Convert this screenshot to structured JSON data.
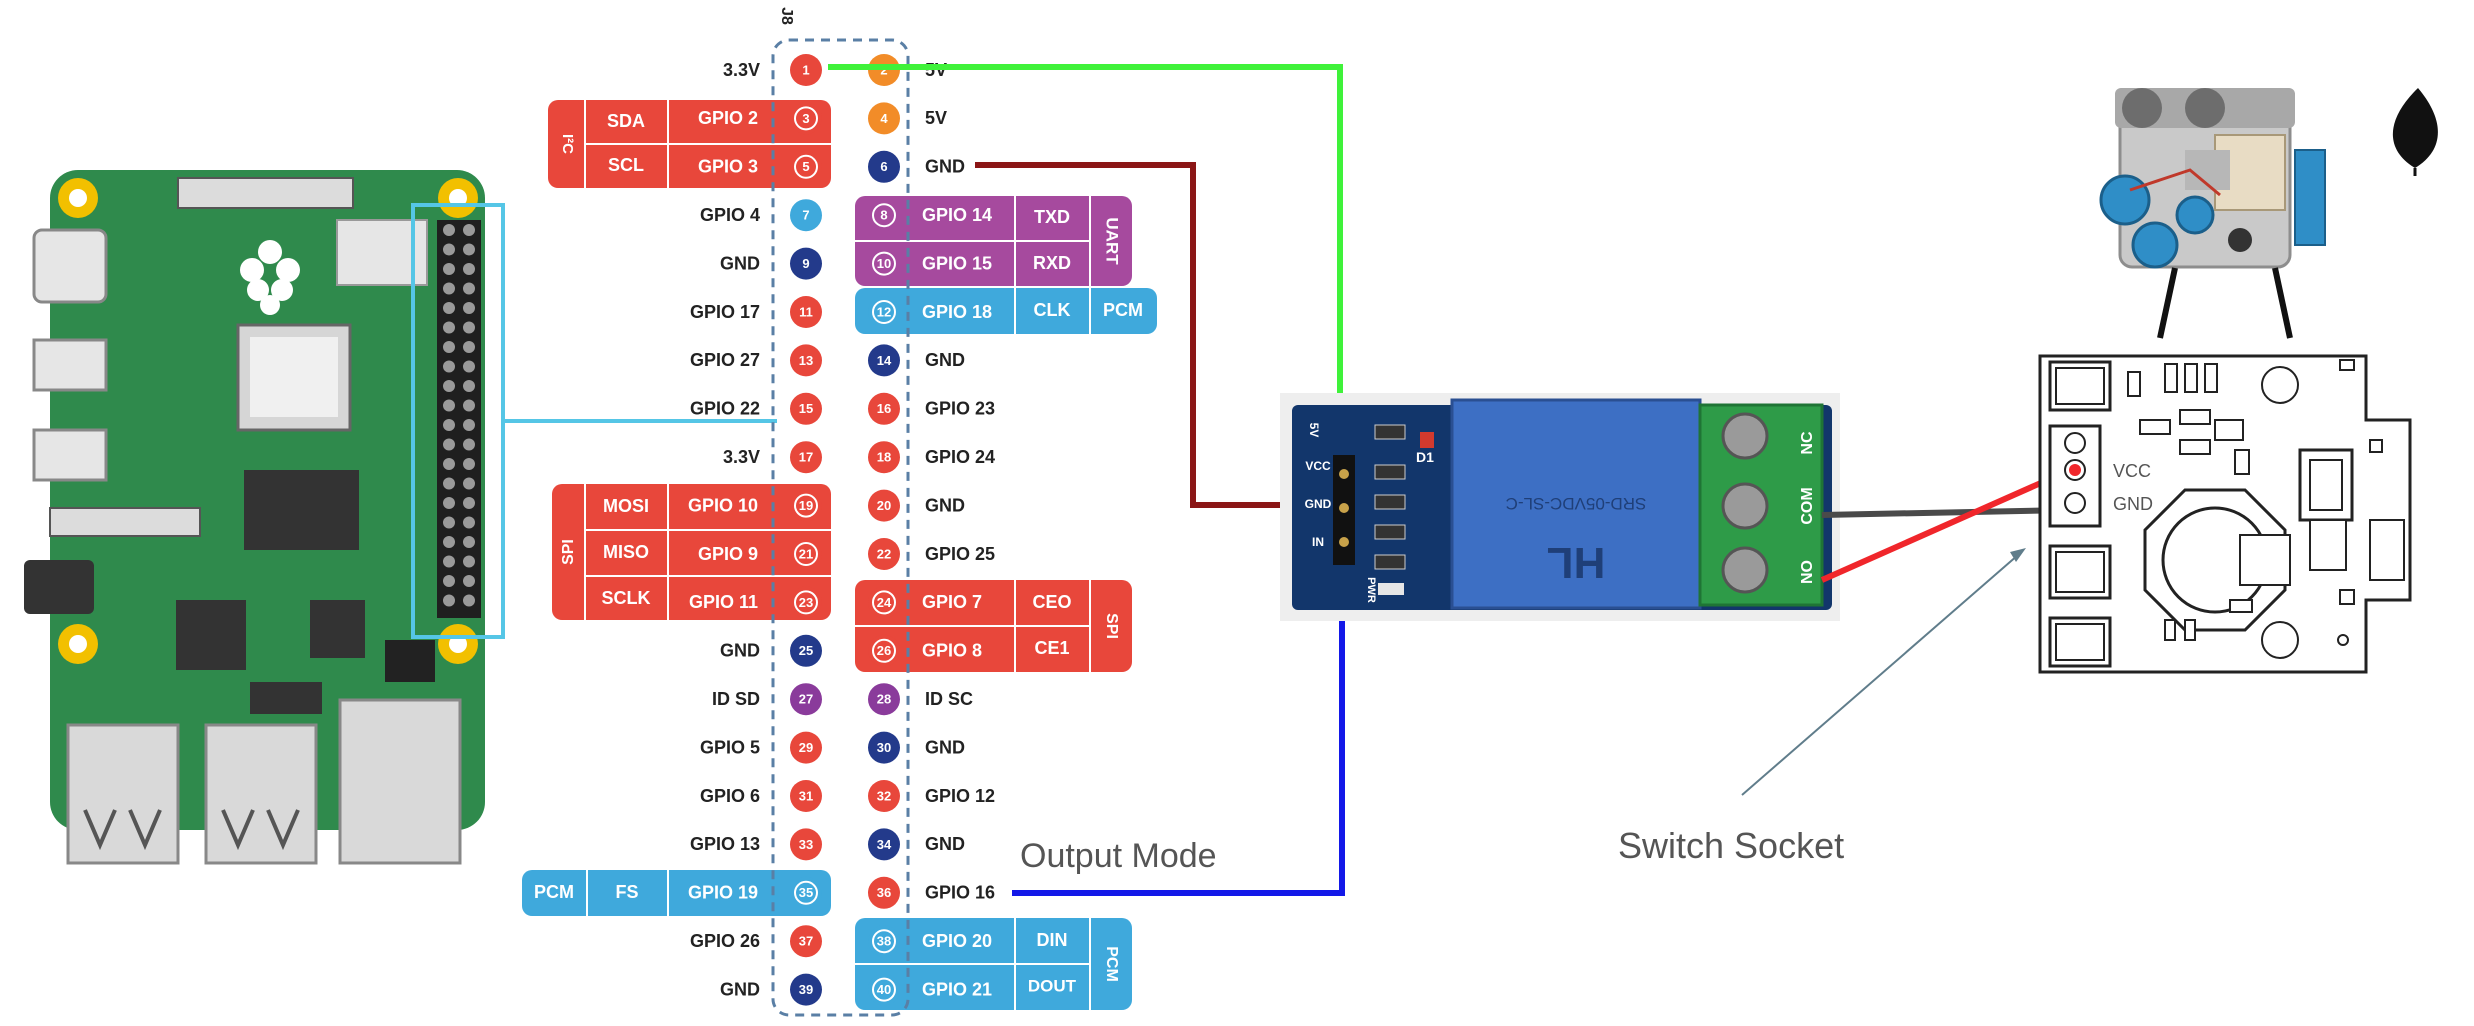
{
  "header": {
    "label": "J8"
  },
  "left_pins": [
    {
      "n": "1",
      "label": "3.3V",
      "color": "#e8473b"
    },
    {
      "n": "3",
      "label": "GPIO 2",
      "color": "#e8473b",
      "ring": true
    },
    {
      "n": "5",
      "label": "GPIO 3",
      "color": "#e8473b",
      "ring": true
    },
    {
      "n": "7",
      "label": "GPIO 4",
      "color": "#3fa9dc"
    },
    {
      "n": "9",
      "label": "GND",
      "color": "#233a8b"
    },
    {
      "n": "11",
      "label": "GPIO 17",
      "color": "#e8473b"
    },
    {
      "n": "13",
      "label": "GPIO 27",
      "color": "#e8473b"
    },
    {
      "n": "15",
      "label": "GPIO 22",
      "color": "#e8473b"
    },
    {
      "n": "17",
      "label": "3.3V",
      "color": "#e8473b"
    },
    {
      "n": "19",
      "label": "GPIO 10",
      "color": "#e8473b",
      "ring": true
    },
    {
      "n": "21",
      "label": "GPIO 9",
      "color": "#e8473b",
      "ring": true
    },
    {
      "n": "23",
      "label": "GPIO 11",
      "color": "#e8473b",
      "ring": true
    },
    {
      "n": "25",
      "label": "GND",
      "color": "#233a8b"
    },
    {
      "n": "27",
      "label": "ID SD",
      "color": "#8a3b9b"
    },
    {
      "n": "29",
      "label": "GPIO 5",
      "color": "#e8473b"
    },
    {
      "n": "31",
      "label": "GPIO 6",
      "color": "#e8473b"
    },
    {
      "n": "33",
      "label": "GPIO 13",
      "color": "#e8473b"
    },
    {
      "n": "35",
      "label": "GPIO 19",
      "color": "#3fa9dc",
      "ring": true
    },
    {
      "n": "37",
      "label": "GPIO 26",
      "color": "#e8473b"
    },
    {
      "n": "39",
      "label": "GND",
      "color": "#233a8b"
    }
  ],
  "right_pins": [
    {
      "n": "2",
      "label": "5V",
      "color": "#f28c28"
    },
    {
      "n": "4",
      "label": "5V",
      "color": "#f28c28"
    },
    {
      "n": "6",
      "label": "GND",
      "color": "#233a8b"
    },
    {
      "n": "8",
      "label": "GPIO 14",
      "color": "#a64a9e",
      "ring": true
    },
    {
      "n": "10",
      "label": "GPIO 15",
      "color": "#a64a9e",
      "ring": true
    },
    {
      "n": "12",
      "label": "GPIO 18",
      "color": "#3fa9dc",
      "ring": true
    },
    {
      "n": "14",
      "label": "GND",
      "color": "#233a8b"
    },
    {
      "n": "16",
      "label": "GPIO 23",
      "color": "#e8473b"
    },
    {
      "n": "18",
      "label": "GPIO 24",
      "color": "#e8473b"
    },
    {
      "n": "20",
      "label": "GND",
      "color": "#e8473b"
    },
    {
      "n": "22",
      "label": "GPIO 25",
      "color": "#e8473b"
    },
    {
      "n": "24",
      "label": "GPIO 7",
      "color": "#e8473b",
      "ring": true
    },
    {
      "n": "26",
      "label": "GPIO 8",
      "color": "#e8473b",
      "ring": true
    },
    {
      "n": "28",
      "label": "ID SC",
      "color": "#8a3b9b"
    },
    {
      "n": "30",
      "label": "GND",
      "color": "#233a8b"
    },
    {
      "n": "32",
      "label": "GPIO 12",
      "color": "#e8473b"
    },
    {
      "n": "34",
      "label": "GND",
      "color": "#233a8b"
    },
    {
      "n": "36",
      "label": "GPIO 16",
      "color": "#e8473b"
    },
    {
      "n": "38",
      "label": "GPIO 20",
      "color": "#3fa9dc",
      "ring": true
    },
    {
      "n": "40",
      "label": "GPIO 21",
      "color": "#3fa9dc",
      "ring": true
    }
  ],
  "function_groups": {
    "i2c": {
      "bus": "I²C",
      "sda": "SDA",
      "scl": "SCL"
    },
    "spi_left": {
      "bus": "SPI",
      "mosi": "MOSI",
      "miso": "MISO",
      "sclk": "SCLK"
    },
    "pcm_left": {
      "bus": "PCM",
      "fs": "FS"
    },
    "uart": {
      "bus": "UART",
      "txd": "TXD",
      "rxd": "RXD"
    },
    "pcm_right": {
      "bus": "PCM",
      "clk": "CLK"
    },
    "spi_right": {
      "bus": "SPI",
      "ceo": "CEO",
      "ce1": "CE1"
    },
    "pcm_bottom": {
      "bus": "PCM",
      "din": "DIN",
      "dout": "DOUT"
    }
  },
  "relay": {
    "pin_vcc": "VCC",
    "pin_gnd": "GND",
    "pin_in": "IN",
    "term_nc": "NC",
    "term_com": "COM",
    "term_no": "NO",
    "led_d1": "D1",
    "led_pwr": "PWR",
    "tag_5v": "5V",
    "body_brand": "HL",
    "body_text": "SRD-05VDC-SL-C"
  },
  "socket_board": {
    "vcc": "VCC",
    "gnd": "GND"
  },
  "annotations": {
    "output_mode": "Output Mode",
    "switch_socket": "Switch Socket"
  },
  "colors": {
    "wire_vcc": "#3ff23a",
    "wire_gnd": "#8b1616",
    "wire_signal": "#1318e8",
    "wire_socket_red": "#f0262b",
    "wire_socket_gray": "#4a4a4a",
    "header_connector": "#55c6e6",
    "pi_board": "#2f8a4c"
  }
}
